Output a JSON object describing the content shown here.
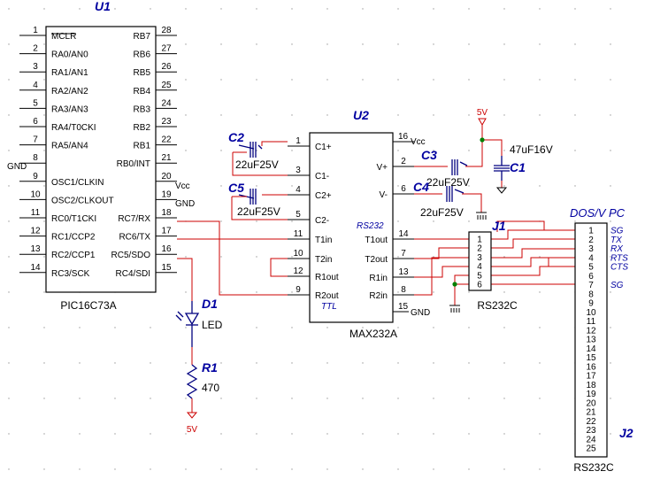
{
  "u1": {
    "ref": "U1",
    "part": "PIC16C73A",
    "left_pins": [
      {
        "num": "1",
        "name": "MCLR"
      },
      {
        "num": "2",
        "name": "RA0/AN0"
      },
      {
        "num": "3",
        "name": "RA1/AN1"
      },
      {
        "num": "4",
        "name": "RA2/AN2"
      },
      {
        "num": "5",
        "name": "RA3/AN3"
      },
      {
        "num": "6",
        "name": "RA4/T0CKI"
      },
      {
        "num": "7",
        "name": "RA5/AN4"
      },
      {
        "num": "8",
        "name": ""
      },
      {
        "num": "9",
        "name": "OSC1/CLKIN"
      },
      {
        "num": "10",
        "name": "OSC2/CLKOUT"
      },
      {
        "num": "11",
        "name": "RC0/T1CKI"
      },
      {
        "num": "12",
        "name": "RC1/CCP2"
      },
      {
        "num": "13",
        "name": "RC2/CCP1"
      },
      {
        "num": "14",
        "name": "RC3/SCK"
      }
    ],
    "right_pins": [
      {
        "num": "28",
        "name": "RB7"
      },
      {
        "num": "27",
        "name": "RB6"
      },
      {
        "num": "26",
        "name": "RB5"
      },
      {
        "num": "25",
        "name": "RB4"
      },
      {
        "num": "24",
        "name": "RB3"
      },
      {
        "num": "23",
        "name": "RB2"
      },
      {
        "num": "22",
        "name": "RB1"
      },
      {
        "num": "21",
        "name": "RB0/INT"
      },
      {
        "num": "20",
        "name": ""
      },
      {
        "num": "19",
        "name": ""
      },
      {
        "num": "18",
        "name": "RC7/RX"
      },
      {
        "num": "17",
        "name": "RC6/TX"
      },
      {
        "num": "16",
        "name": "RC5/SDO"
      },
      {
        "num": "15",
        "name": "RC4/SDI"
      }
    ],
    "gnd_left": "GND",
    "vcc_right": "Vcc",
    "gnd_right": "GND"
  },
  "u2": {
    "ref": "U2",
    "part": "MAX232A",
    "left_pins": [
      {
        "num": "1",
        "name": "C1+"
      },
      {
        "num": "3",
        "name": "C1-"
      },
      {
        "num": "4",
        "name": "C2+"
      },
      {
        "num": "5",
        "name": "C2-"
      },
      {
        "num": "11",
        "name": "T1in"
      },
      {
        "num": "10",
        "name": "T2in"
      },
      {
        "num": "12",
        "name": "R1out"
      },
      {
        "num": "9",
        "name": "R2out"
      }
    ],
    "right_pins": [
      {
        "num": "2",
        "name": "V+"
      },
      {
        "num": "6",
        "name": "V-"
      },
      {
        "num": "14",
        "name": "T1out"
      },
      {
        "num": "7",
        "name": "T2out"
      },
      {
        "num": "13",
        "name": "R1in"
      },
      {
        "num": "8",
        "name": "R2in"
      }
    ],
    "vcc_pin": "16",
    "vcc_label": "Vcc",
    "gnd_pin": "15",
    "gnd_label": "GND",
    "rs232_label": "RS232",
    "ttl_label": "TTL"
  },
  "c2": {
    "ref": "C2",
    "value": "22uF25V"
  },
  "c5": {
    "ref": "C5",
    "value": "22uF25V"
  },
  "c3": {
    "ref": "C3",
    "value": "22uF25V"
  },
  "c4": {
    "ref": "C4",
    "value": "22uF25V"
  },
  "c1": {
    "ref": "C1",
    "value": "47uF16V"
  },
  "supply_top": "5V",
  "d1": {
    "ref": "D1",
    "value": "LED"
  },
  "r1": {
    "ref": "R1",
    "value": "470"
  },
  "supply_bottom": "5V",
  "j1": {
    "ref": "J1",
    "part": "RS232C",
    "pins": [
      "1",
      "2",
      "3",
      "4",
      "5",
      "6"
    ]
  },
  "j2": {
    "ref": "J2",
    "part": "RS232C",
    "title": "DOS/V PC",
    "pins": [
      "1",
      "2",
      "3",
      "4",
      "5",
      "6",
      "7",
      "8",
      "9",
      "10",
      "11",
      "12",
      "13",
      "14",
      "15",
      "16",
      "17",
      "18",
      "19",
      "20",
      "21",
      "22",
      "23",
      "24",
      "25"
    ],
    "signals": [
      "SG",
      "TX",
      "RX",
      "RTS",
      "CTS",
      "",
      "SG"
    ]
  }
}
